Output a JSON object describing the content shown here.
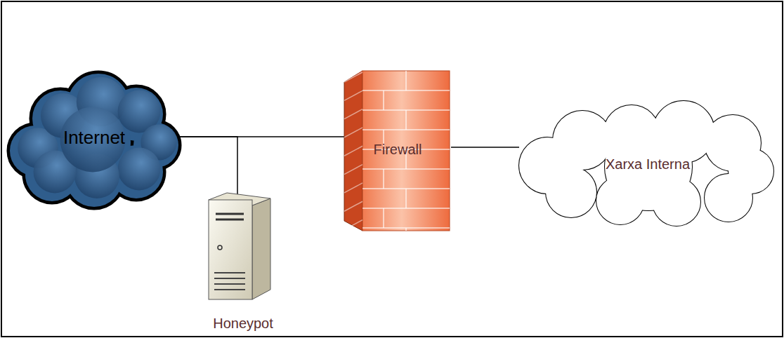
{
  "diagram": {
    "nodes": [
      {
        "text": [
          "Internet"
        ]
      },
      {
        "text": [
          "Honeypot"
        ]
      },
      {
        "text": [
          "Firewall"
        ]
      },
      {
        "text": [
          "Xarxa Interna"
        ]
      }
    ],
    "edges": [
      {
        "from": 0,
        "to": 2,
        "arrow": "none"
      },
      {
        "from": 0,
        "to": 1,
        "arrow": "none"
      },
      {
        "from": 2,
        "to": 3,
        "arrow": "none"
      }
    ]
  }
}
